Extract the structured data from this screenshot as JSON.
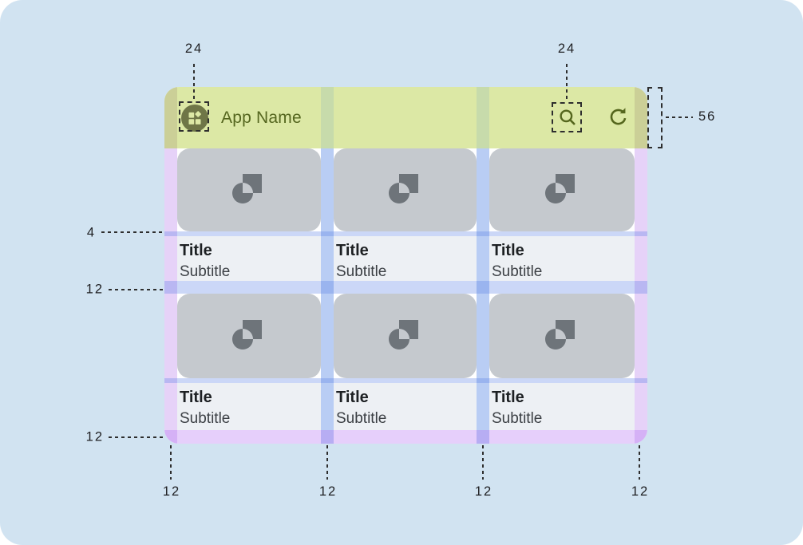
{
  "appbar": {
    "title": "App Name",
    "leading_icon": "widgets-icon",
    "actions": [
      "search-icon",
      "refresh-icon"
    ]
  },
  "card": {
    "title": "Title",
    "subtitle": "Subtitle",
    "media_icon": "image-placeholder-icon"
  },
  "annotations": {
    "leading_icon_size": "24",
    "search_icon_size": "24",
    "appbar_height": "56",
    "image_text_gap": "4",
    "row_gap": "12",
    "bottom_margin": "12",
    "bottom_cols": [
      "12",
      "12",
      "12",
      "12"
    ]
  },
  "colors": {
    "canvas_background": "#d1e3f1",
    "appbar_green": "#dce8a5",
    "appbar_margin_olive": "#cbcf97",
    "icon_olive": "#55661d",
    "margin_overlay_purple": "#e6d2f8",
    "gutter_overlay_blue": "#b9cdf4",
    "card_media_gray": "#c5c9ce",
    "card_text_background": "#edf0f4",
    "annotation_text": "#202124"
  }
}
